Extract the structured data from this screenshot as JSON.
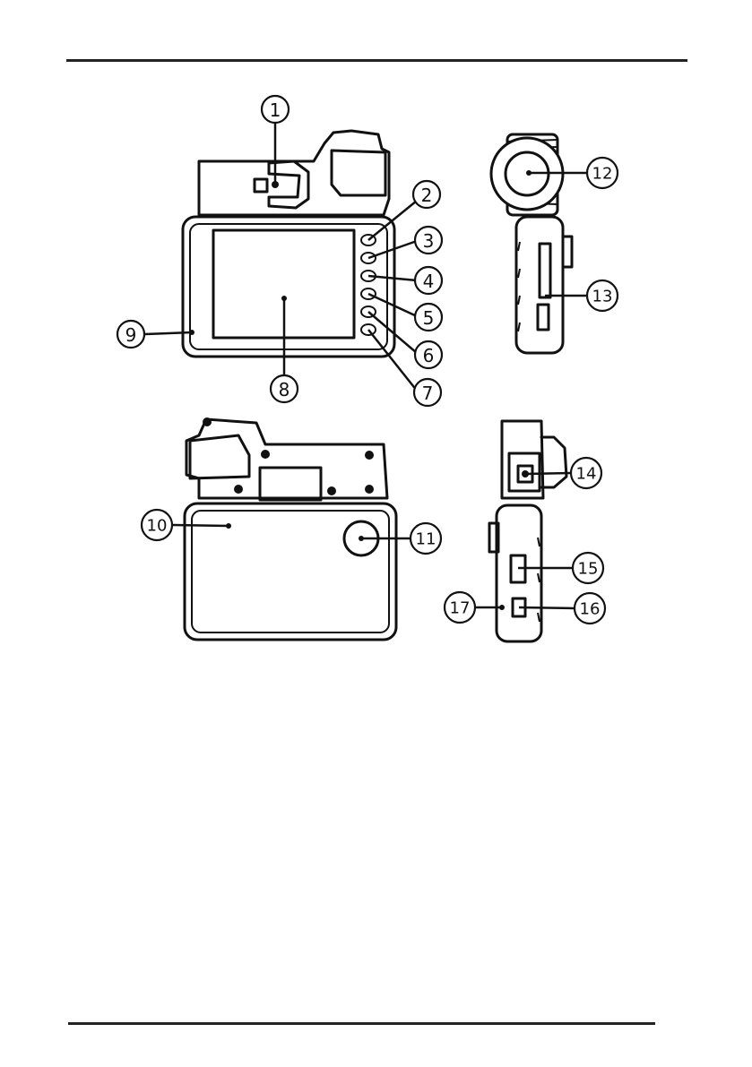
{
  "callouts": [
    {
      "id": "callout-1",
      "label": "1"
    },
    {
      "id": "callout-2",
      "label": "2"
    },
    {
      "id": "callout-3",
      "label": "3"
    },
    {
      "id": "callout-4",
      "label": "4"
    },
    {
      "id": "callout-5",
      "label": "5"
    },
    {
      "id": "callout-6",
      "label": "6"
    },
    {
      "id": "callout-7",
      "label": "7"
    },
    {
      "id": "callout-8",
      "label": "8"
    },
    {
      "id": "callout-9",
      "label": "9"
    },
    {
      "id": "callout-10",
      "label": "10"
    },
    {
      "id": "callout-11",
      "label": "11"
    },
    {
      "id": "callout-12",
      "label": "12"
    },
    {
      "id": "callout-13",
      "label": "13"
    },
    {
      "id": "callout-14",
      "label": "14"
    },
    {
      "id": "callout-15",
      "label": "15"
    },
    {
      "id": "callout-16",
      "label": "16"
    },
    {
      "id": "callout-17",
      "label": "17"
    }
  ]
}
